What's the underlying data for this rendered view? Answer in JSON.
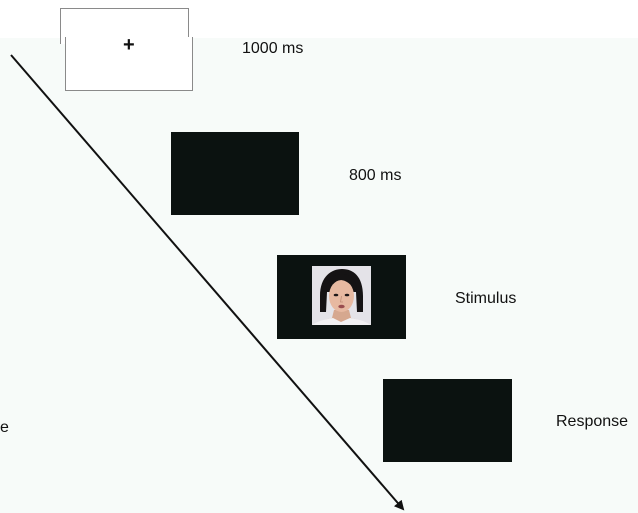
{
  "timeline": {
    "fixation": {
      "symbol": "+",
      "duration_label": "1000 ms"
    },
    "blank": {
      "duration_label": "800 ms"
    },
    "stimulus": {
      "label": "Stimulus",
      "image_description": "face-photo"
    },
    "response": {
      "label": "Response"
    },
    "left_edge_fragment": "e"
  },
  "colors": {
    "background": "#f7fbf9",
    "screen_dark": "#0b1210",
    "frame_border": "#8a8a8a",
    "arrow": "#111111"
  }
}
